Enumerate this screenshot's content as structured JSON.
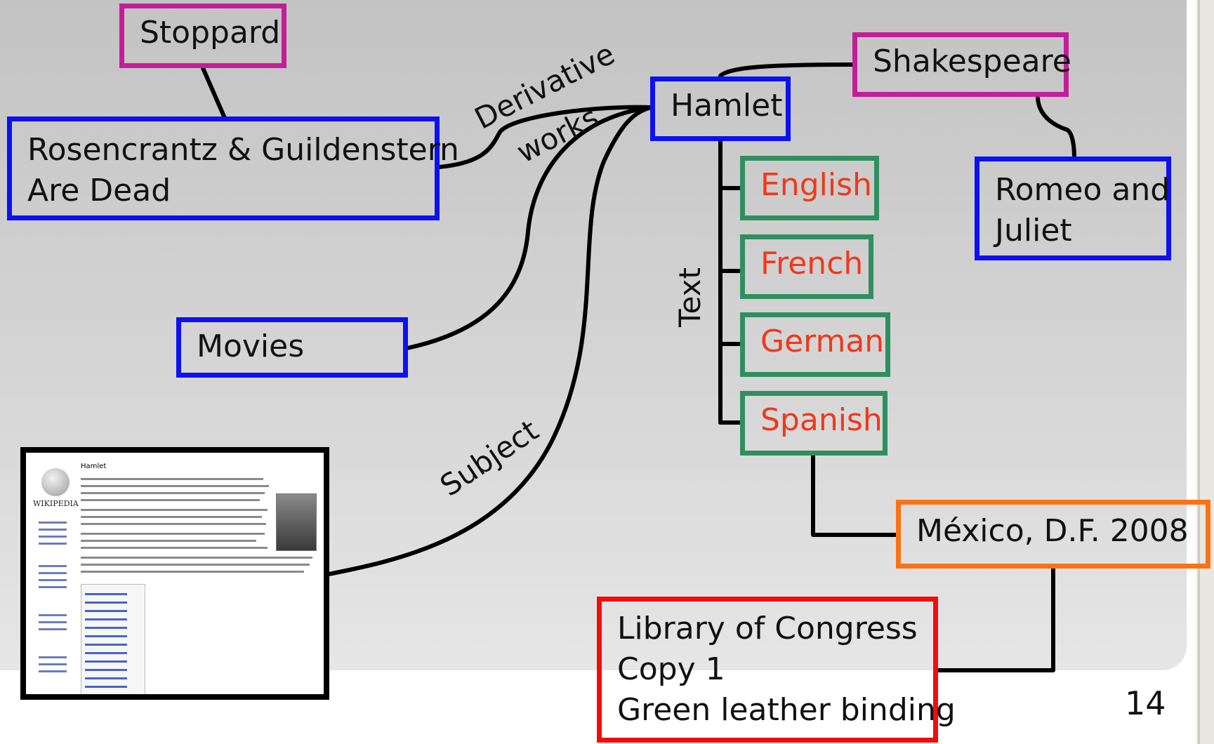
{
  "nodes": {
    "stoppard": "Stoppard",
    "rosencrantz": [
      "Rosencrantz & Guildenstern",
      "Are Dead"
    ],
    "hamlet": "Hamlet",
    "shakespeare": "Shakespeare",
    "romeo": [
      "Romeo and",
      "Juliet"
    ],
    "movies": "Movies",
    "english": "English",
    "french": "French",
    "german": "German",
    "spanish": "Spanish",
    "mexico": "México, D.F. 2008",
    "library": [
      "Library of Congress",
      "Copy 1",
      "Green leather binding"
    ]
  },
  "labels": {
    "derivative": "Derivative",
    "works": "works",
    "text": "Text",
    "subject": "Subject"
  },
  "wiki_thumbnail": {
    "article_title": "Hamlet",
    "wordmark": "WIKIPEDIA"
  },
  "page_number": "14",
  "colors": {
    "work_border": "#0d10f0",
    "person_border": "#c41d9a",
    "expression_border": "#2f8f5f",
    "expression_text": "#f0381a",
    "manifestation_border": "#f97316",
    "item_border": "#f20d0d"
  }
}
